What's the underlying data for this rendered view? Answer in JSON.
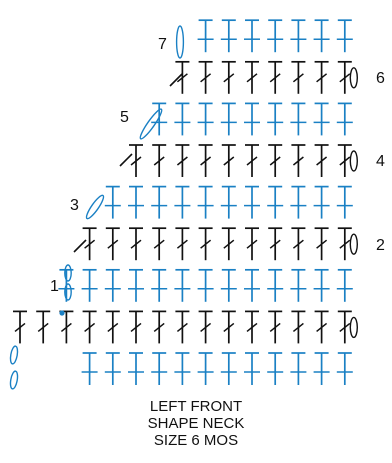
{
  "chart_data": {
    "type": "crochet-chart",
    "title_lines": [
      "LEFT FRONT",
      "SHAPE NECK",
      "SIZE 6 MOS"
    ],
    "row_labels_left": [
      "1",
      "3",
      "5",
      "7"
    ],
    "row_labels_right": [
      "2",
      "4",
      "6"
    ],
    "rows": [
      {
        "color": "#1a80c4",
        "stitches": [
          4,
          5,
          6,
          7,
          8,
          9,
          10,
          11,
          12,
          13,
          14,
          15
        ],
        "kind": "hdc",
        "chain": true
      },
      {
        "color": "#111111",
        "stitches": [
          1,
          2,
          3,
          4,
          5,
          6,
          7,
          8,
          9,
          10,
          11,
          12,
          13,
          14,
          15
        ],
        "kind": "dc",
        "turn_right": true
      },
      {
        "color": "#1a80c4",
        "stitches": [
          3,
          4,
          5,
          6,
          7,
          8,
          9,
          10,
          11,
          12,
          13,
          14,
          15
        ],
        "kind": "hdc",
        "chain_left": true
      },
      {
        "color": "#111111",
        "stitches": [
          4,
          5,
          6,
          7,
          8,
          9,
          10,
          11,
          12,
          13,
          14,
          15
        ],
        "kind": "dc",
        "turn_right": true
      },
      {
        "color": "#1a80c4",
        "stitches": [
          5,
          6,
          7,
          8,
          9,
          10,
          11,
          12,
          13,
          14,
          15
        ],
        "kind": "hdc"
      },
      {
        "color": "#111111",
        "stitches": [
          6,
          7,
          8,
          9,
          10,
          11,
          12,
          13,
          14,
          15
        ],
        "kind": "dc",
        "turn_right": true
      },
      {
        "color": "#1a80c4",
        "stitches": [
          7,
          8,
          9,
          10,
          11,
          12,
          13,
          14,
          15
        ],
        "kind": "hdc"
      },
      {
        "color": "#111111",
        "stitches": [
          8,
          9,
          10,
          11,
          12,
          13,
          14,
          15
        ],
        "kind": "dc",
        "turn_right": true
      },
      {
        "color": "#1a80c4",
        "stitches": [
          9,
          10,
          11,
          12,
          13,
          14,
          15
        ],
        "kind": "hdc"
      }
    ],
    "colors": {
      "blue": "#1a80c4",
      "black": "#111111"
    }
  }
}
